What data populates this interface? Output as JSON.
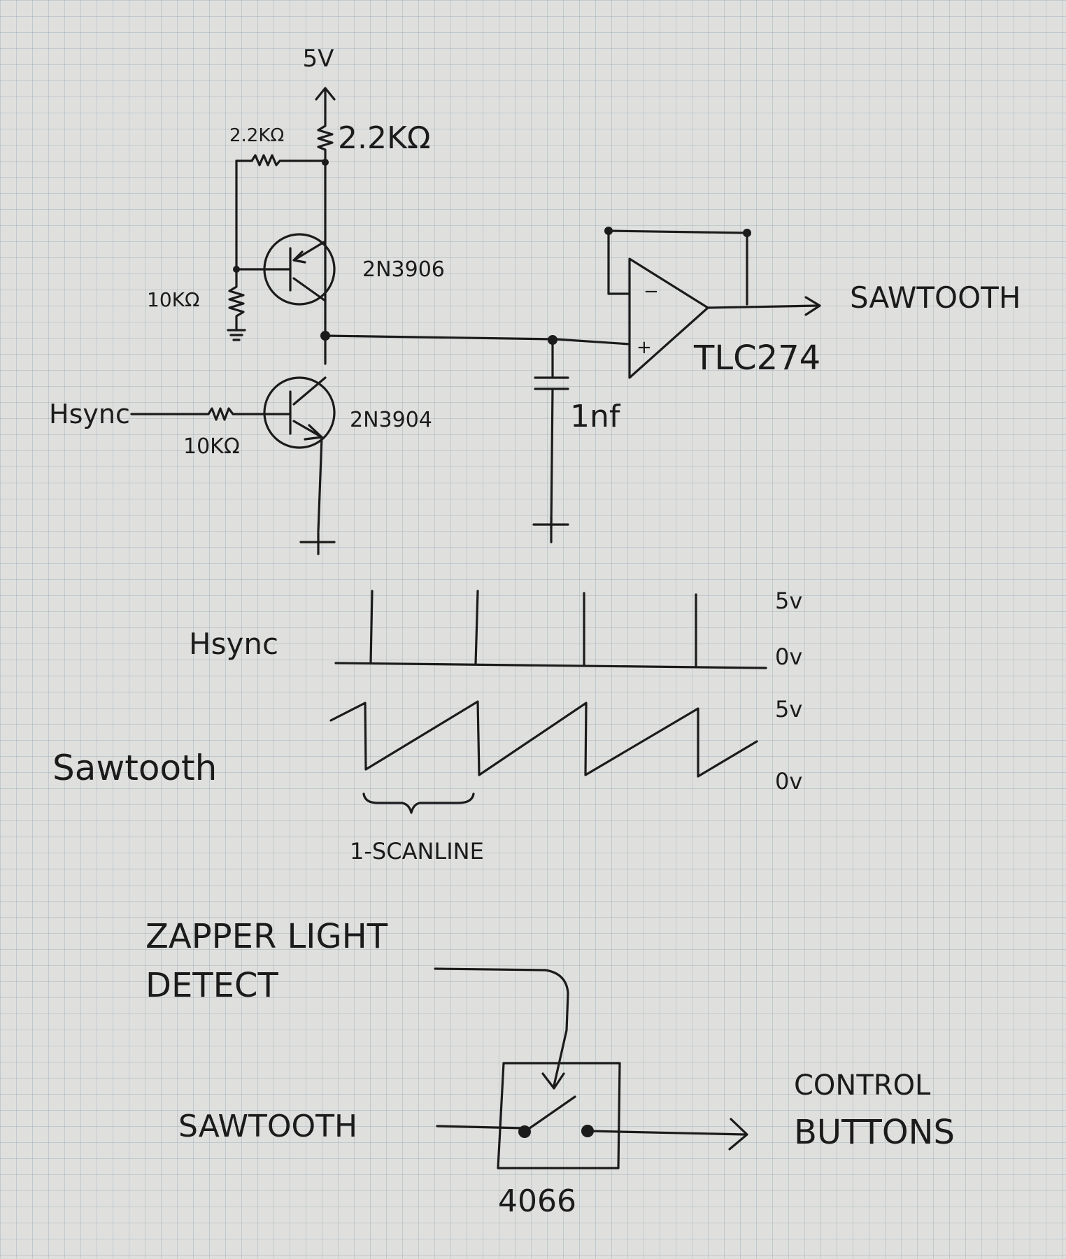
{
  "circuit": {
    "supply_label": "5V",
    "r1_label": "2.2KΩ",
    "r2_label": "2.2KΩ",
    "r3_label": "10KΩ",
    "r4_label": "10KΩ",
    "q1_label": "2N3906",
    "q2_label": "2N3904",
    "input_label": "Hsync",
    "cap_label": "1nf",
    "opamp_label": "TLC274",
    "opamp_minus": "−",
    "opamp_plus": "+",
    "output_label": "SAWTOOTH"
  },
  "waveforms": {
    "hsync_label": "Hsync",
    "hsync_high": "5v",
    "hsync_low": "0v",
    "saw_label": "Sawtooth",
    "saw_high": "5v",
    "saw_low": "0v",
    "scanline_label": "1-SCANLINE"
  },
  "switch": {
    "control_label_line1": "ZAPPER LIGHT",
    "control_label_line2": "DETECT",
    "input_label": "SAWTOOTH",
    "chip_label": "4066",
    "output_label_line1": "CONTROL",
    "output_label_line2": "BUTTONS"
  }
}
